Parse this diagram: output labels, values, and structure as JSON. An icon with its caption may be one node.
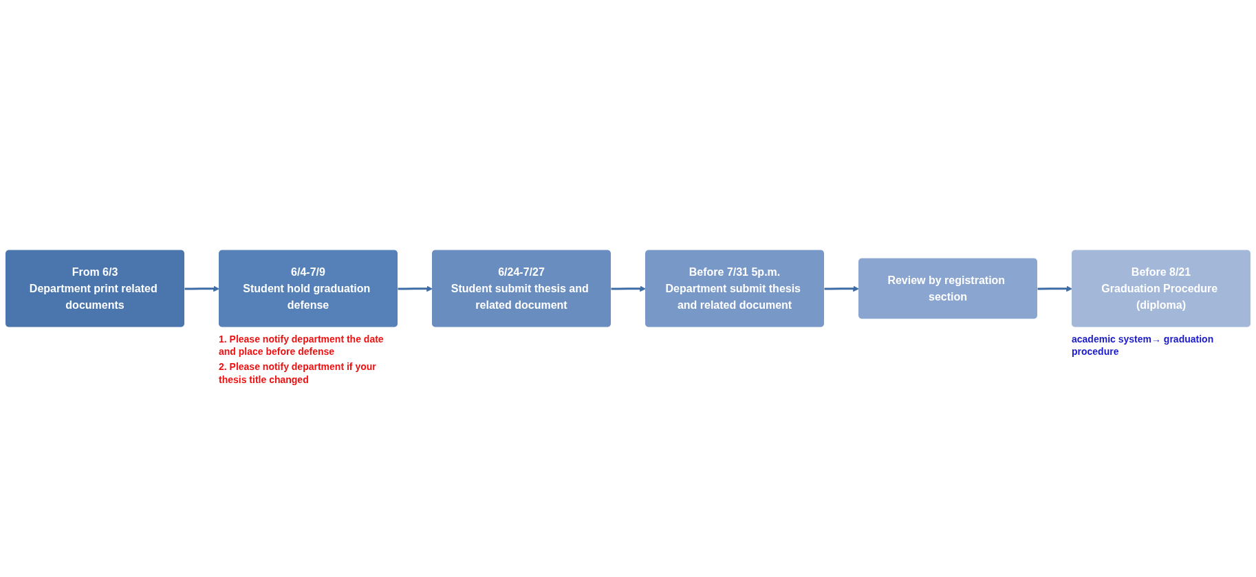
{
  "diagram": {
    "nodes": [
      {
        "text": [
          "From 6/3",
          "Department print related documents"
        ]
      },
      {
        "text": [
          "6/4-7/9",
          "Student hold graduation defense"
        ],
        "beside": [
          "1. Please notify department the date and place before defense",
          "2. Please notify department if your thesis title changed"
        ]
      },
      {
        "text": [
          "6/24-7/27",
          "Student submit thesis and related document"
        ]
      },
      {
        "text": [
          "Before 7/31 5p.m.",
          "Department submit thesis and related document"
        ]
      },
      {
        "text": [
          "Review by registration section"
        ]
      },
      {
        "text": [
          "Before 8/21",
          "Graduation Procedure (diploma)"
        ],
        "beside": [
          "academic system→ graduation procedure"
        ]
      }
    ],
    "edges": [
      {
        "from": 0,
        "to": 1,
        "arrow": "to"
      },
      {
        "from": 1,
        "to": 2,
        "arrow": "to"
      },
      {
        "from": 2,
        "to": 3,
        "arrow": "to"
      },
      {
        "from": 3,
        "to": 4,
        "arrow": "to"
      },
      {
        "from": 4,
        "to": 5,
        "arrow": "to"
      }
    ]
  }
}
